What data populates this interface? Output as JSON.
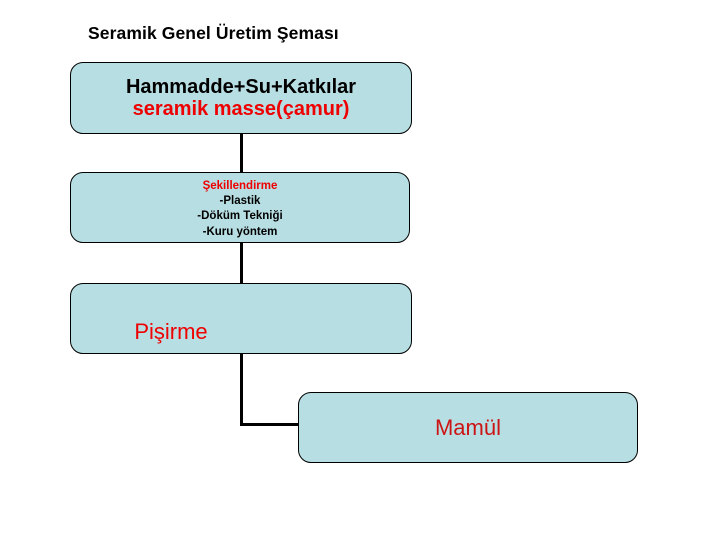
{
  "page": {
    "title": "Seramik Genel Üretim Şeması",
    "background_color": "#ffffff"
  },
  "theme": {
    "box_fill": "#b7dee3",
    "box_border": "#000000",
    "accent_red": "#ee0000",
    "text_black": "#000000"
  },
  "flowchart": {
    "type": "vertical-process-flow",
    "steps": [
      {
        "id": "hammadde",
        "line_main": "Hammadde+Su+Katkılar",
        "line_sub": "seramik masse(çamur)"
      },
      {
        "id": "sekillendirme",
        "heading": "Şekillendirme",
        "items": [
          "-Plastik",
          "-Döküm Tekniği",
          "-Kuru yöntem"
        ]
      },
      {
        "id": "pisirme",
        "label": "Pişirme"
      },
      {
        "id": "mamul",
        "label": "Mamül"
      }
    ],
    "connectors": [
      "hammadde-to-sekillendirme",
      "sekillendirme-to-pisirme",
      "pisirme-to-mamul"
    ]
  }
}
